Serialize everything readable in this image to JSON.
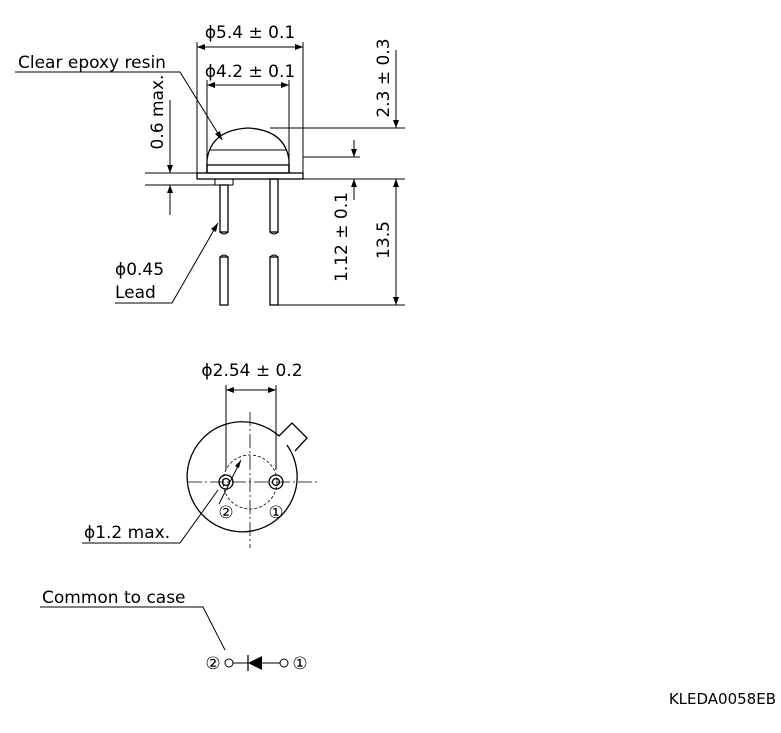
{
  "labels": {
    "outer_diameter": "ϕ5.4 ± 0.1",
    "lens_diameter": "ϕ4.2 ± 0.1",
    "resin": "Clear epoxy resin",
    "height_max": "0.6 max.",
    "total_height": "2.3 ± 0.3",
    "flange": "1.12 ± 0.1",
    "lead_length": "13.5",
    "lead_diameter": "ϕ0.45",
    "lead": "Lead",
    "pin_pitch": "ϕ2.54 ± 0.2",
    "window_max": "ϕ1.2 max.",
    "common": "Common to case"
  },
  "pins": {
    "pin1": "①",
    "pin2": "②"
  },
  "drawing_code": "KLEDA0058EB"
}
